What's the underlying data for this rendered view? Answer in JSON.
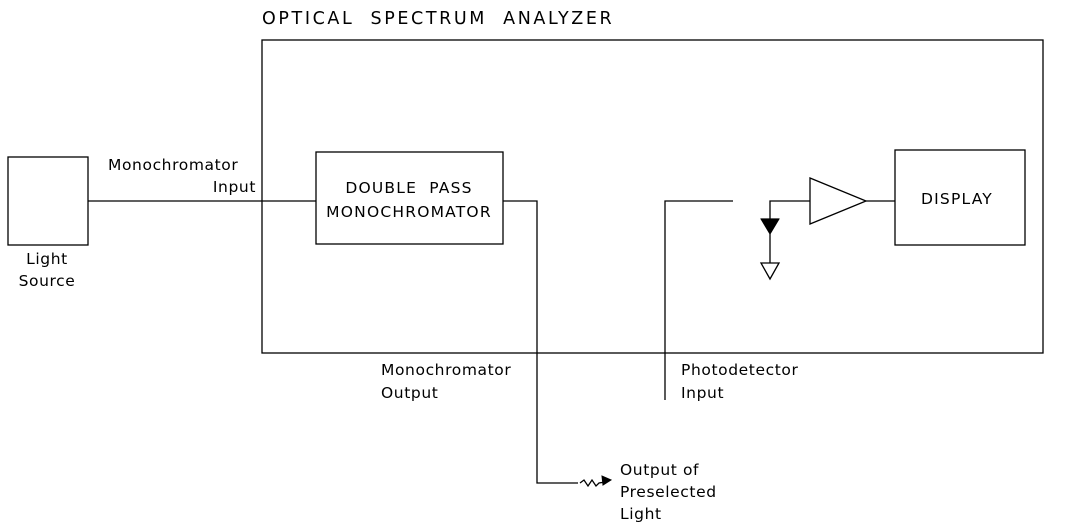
{
  "title": "OPTICAL SPECTRUM ANALYZER",
  "light_source": {
    "line1": "Light",
    "line2": "Source"
  },
  "monochromator_input": {
    "line1": "Monochromator",
    "line2": "Input"
  },
  "double_pass": {
    "line1": "DOUBLE PASS",
    "line2": "MONOCHROMATOR"
  },
  "display_label": "DISPLAY",
  "monochromator_output": {
    "line1": "Monochromator",
    "line2": "Output"
  },
  "photodetector_input": {
    "line1": "Photodetector",
    "line2": "Input"
  },
  "preselected_output": {
    "line1": "Output of",
    "line2": "Preselected",
    "line3": "Light"
  }
}
